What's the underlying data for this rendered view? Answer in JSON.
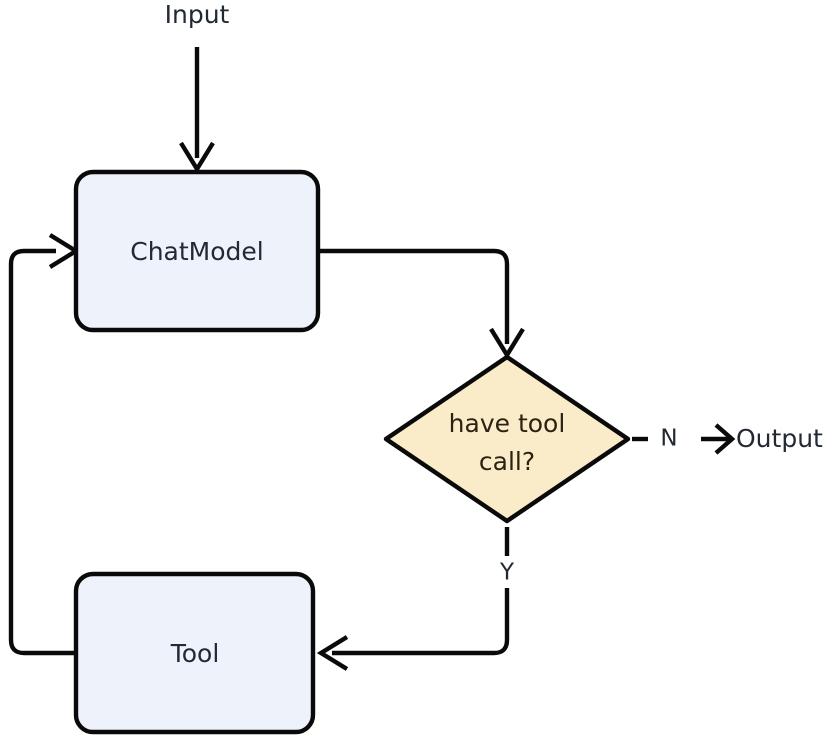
{
  "diagram": {
    "title": "agent-loop-flowchart",
    "background": "#ffffff",
    "stroke_color": "#0a0a0a",
    "process_fill": "#eef2fb",
    "decision_fill": "#fbecc9",
    "text_color": "#232933",
    "decision_text_color": "#2b2213"
  },
  "nodes": {
    "input": {
      "label": "Input",
      "type": "terminal-text"
    },
    "chat_model": {
      "label": "ChatModel",
      "type": "process",
      "fill": "#eef2fb"
    },
    "decision": {
      "label_line1": "have tool",
      "label_line2": "call?",
      "type": "decision",
      "fill": "#fbecc9"
    },
    "tool": {
      "label": "Tool",
      "type": "process",
      "fill": "#eef2fb"
    },
    "output": {
      "label": "Output",
      "type": "terminal-text"
    }
  },
  "edges": {
    "input_to_chatmodel": {
      "label": "",
      "from": "input",
      "to": "chat_model"
    },
    "chatmodel_to_decision": {
      "label": "",
      "from": "chat_model",
      "to": "decision"
    },
    "decision_no_to_output": {
      "label": "N",
      "from": "decision",
      "to": "output"
    },
    "decision_yes_to_tool": {
      "label": "Y",
      "from": "decision",
      "to": "tool"
    },
    "tool_to_chatmodel": {
      "label": "",
      "from": "tool",
      "to": "chat_model"
    }
  },
  "icons": {
    "arrow_down": "arrow-down-icon",
    "arrow_right": "arrow-right-icon",
    "arrow_left": "arrow-left-icon"
  }
}
